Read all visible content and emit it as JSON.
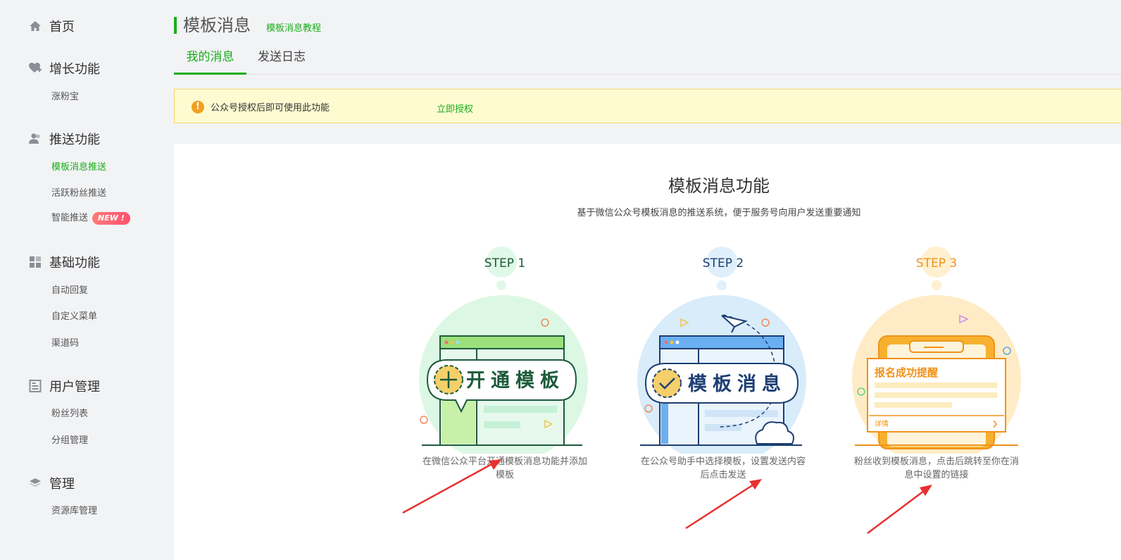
{
  "sidebar": {
    "home": "首页",
    "growth": {
      "title": "增长功能",
      "items": [
        "涨粉宝"
      ]
    },
    "push": {
      "title": "推送功能",
      "items": [
        "模板消息推送",
        "活跃粉丝推送",
        "智能推送"
      ],
      "new_badge": "NEW !"
    },
    "basic": {
      "title": "基础功能",
      "items": [
        "自动回复",
        "自定义菜单",
        "渠道码"
      ]
    },
    "users": {
      "title": "用户管理",
      "items": [
        "粉丝列表",
        "分组管理"
      ]
    },
    "manage": {
      "title": "管理",
      "items": [
        "资源库管理"
      ]
    }
  },
  "header": {
    "title": "模板消息",
    "tutorial": "模板消息教程",
    "tabs": [
      "我的消息",
      "发送日志"
    ]
  },
  "notice": {
    "text": "公众号授权后即可使用此功能",
    "link": "立即授权"
  },
  "feature": {
    "title": "模板消息功能",
    "subtitle": "基于微信公众号模板消息的推送系统，便于服务号向用户发送重要通知"
  },
  "steps": [
    {
      "label": "STEP 1",
      "illus_text": "开通模板",
      "desc": "在微信公众平台开通模板消息功能并添加模板",
      "color": "#1d5b3a"
    },
    {
      "label": "STEP 2",
      "illus_text": "模板消息",
      "desc": "在公众号助手中选择模板，设置发送内容后点击发送",
      "color": "#1d3f73"
    },
    {
      "label": "STEP 3",
      "illus_text": "报名成功提醒",
      "card_link": "详情",
      "desc": "粉丝收到模板消息，点击后跳转至你在消息中设置的链接",
      "color": "#f0921a"
    }
  ],
  "colors": {
    "accent": "#1aad19",
    "notice_bg": "#fffbd1",
    "arrow": "#e83030"
  }
}
